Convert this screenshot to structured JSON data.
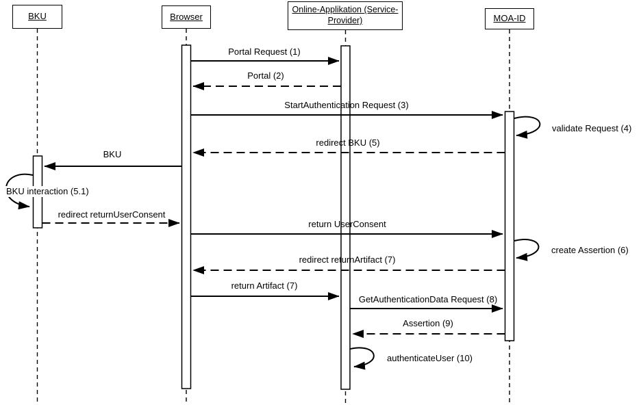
{
  "diagram_type": "uml-sequence-diagram",
  "colors": {
    "line": "#000000",
    "background": "#ffffff"
  },
  "actors": [
    {
      "id": "bku",
      "label": "BKU"
    },
    {
      "id": "browser",
      "label": "Browser"
    },
    {
      "id": "online-app",
      "label": "Online-Applikation (Service-Provider)"
    },
    {
      "id": "moa-id",
      "label": "MOA-ID"
    }
  ],
  "messages": [
    {
      "label": "Portal Request (1)",
      "from": "Browser",
      "to": "Online-Applikation (Service-Provider)",
      "style": "solid"
    },
    {
      "label": "Portal (2)",
      "from": "Online-Applikation (Service-Provider)",
      "to": "Browser",
      "style": "dashed"
    },
    {
      "label": "StartAuthentication Request (3)",
      "from": "Browser",
      "to": "MOA-ID",
      "style": "solid"
    },
    {
      "label": "validate Request (4)",
      "from": "MOA-ID",
      "to": "MOA-ID",
      "style": "self"
    },
    {
      "label": "redirect BKU (5)",
      "from": "MOA-ID",
      "to": "Browser",
      "style": "dashed"
    },
    {
      "label": "BKU",
      "from": "Browser",
      "to": "BKU",
      "style": "solid"
    },
    {
      "label": "BKU interaction (5.1)",
      "from": "BKU",
      "to": "BKU",
      "style": "self"
    },
    {
      "label": "redirect returnUserConsent",
      "from": "BKU",
      "to": "Browser",
      "style": "dashed"
    },
    {
      "label": "return UserConsent",
      "from": "Browser",
      "to": "MOA-ID",
      "style": "solid"
    },
    {
      "label": "create Assertion (6)",
      "from": "MOA-ID",
      "to": "MOA-ID",
      "style": "self"
    },
    {
      "label": "redirect returnArtifact (7)",
      "from": "MOA-ID",
      "to": "Browser",
      "style": "dashed"
    },
    {
      "label": "return Artifact (7)",
      "from": "Browser",
      "to": "Online-Applikation (Service-Provider)",
      "style": "solid"
    },
    {
      "label": "GetAuthenticationData Request (8)",
      "from": "Online-Applikation (Service-Provider)",
      "to": "MOA-ID",
      "style": "solid"
    },
    {
      "label": "Assertion (9)",
      "from": "MOA-ID",
      "to": "Online-Applikation (Service-Provider)",
      "style": "dashed"
    },
    {
      "label": "authenticateUser (10)",
      "from": "Online-Applikation (Service-Provider)",
      "to": "Online-Applikation (Service-Provider)",
      "style": "self"
    }
  ]
}
